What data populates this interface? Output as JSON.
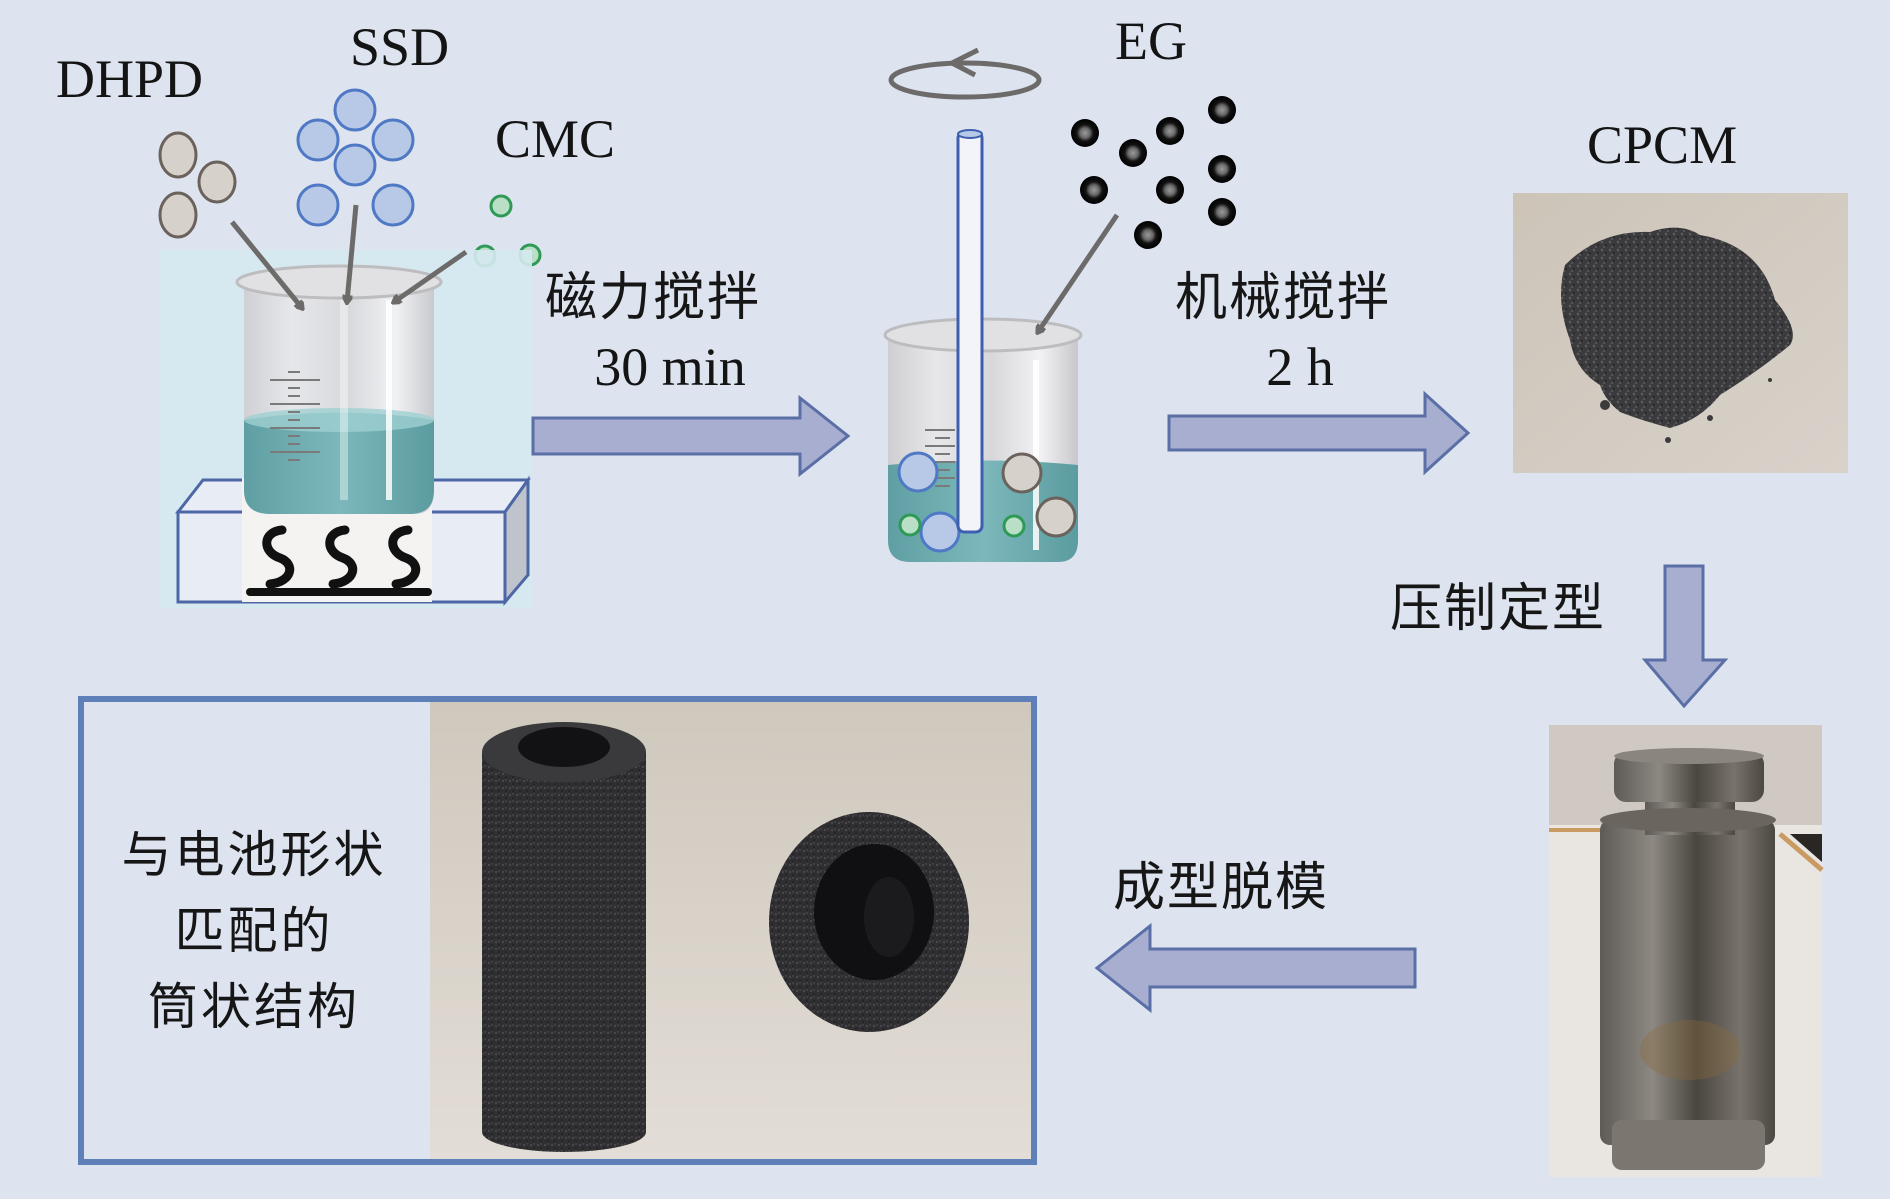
{
  "figure": {
    "title": "CPCM preparation process flow",
    "background_color": "#dde3ef",
    "arrow_fill": "#a8aed0",
    "arrow_stroke": "#5a6fa6"
  },
  "materials": {
    "dhpd": {
      "label": "DHPD",
      "color": "#d7d1cb",
      "stroke": "#6b625c"
    },
    "ssd": {
      "label": "SSD",
      "color": "#b7c9e6",
      "stroke": "#4f79c4"
    },
    "cmc": {
      "label": "CMC",
      "color": "#b9e0c6",
      "stroke": "#2e9a55"
    },
    "eg": {
      "label": "EG",
      "color": "#222222",
      "stroke": "#0b0b0b"
    }
  },
  "steps": [
    {
      "id": "magnetic-stirring",
      "label": "磁力搅拌",
      "duration": "30 min",
      "direction": "right"
    },
    {
      "id": "mechanical-stirring",
      "label": "机械搅拌",
      "duration": "2 h",
      "direction": "right"
    },
    {
      "id": "press-forming",
      "label": "压制定型",
      "direction": "down"
    },
    {
      "id": "demolding",
      "label": "成型脱模",
      "direction": "left"
    }
  ],
  "products": {
    "cpcm": {
      "label": "CPCM"
    },
    "result": {
      "lines": [
        "与电池形状",
        "匹配的",
        "筒状结构"
      ]
    }
  }
}
